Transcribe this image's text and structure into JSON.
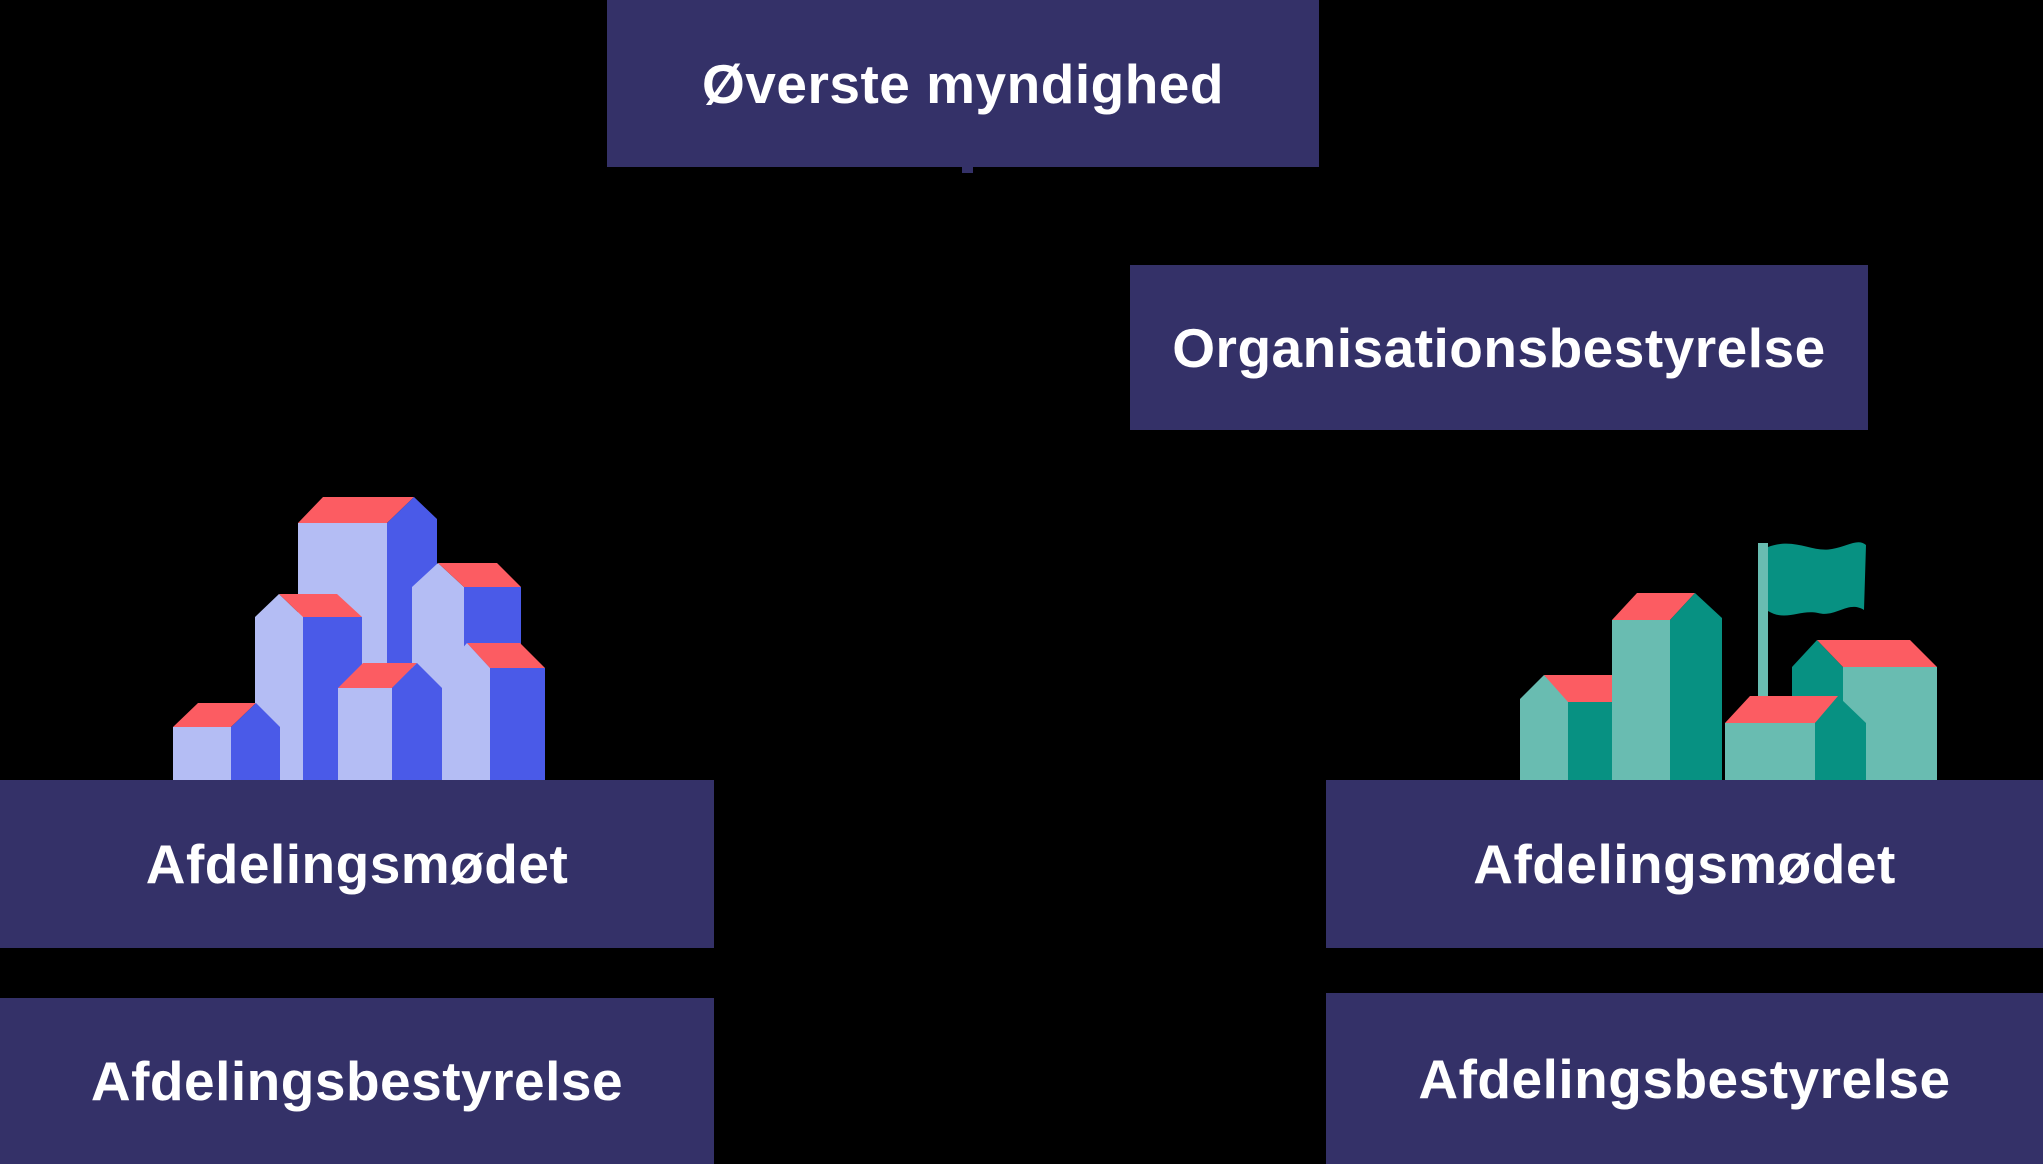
{
  "palette": {
    "background": "#000000",
    "navy": "#343168",
    "textWhite": "#ffffff",
    "blueLight": "#b4bdf4",
    "blueMid": "#4a5ae8",
    "roofRed": "#fc5c62",
    "tealLight": "#69bcb1",
    "tealDark": "#079182"
  },
  "boxes": {
    "top": {
      "label": "Øverste myndighed"
    },
    "org": {
      "label": "Organisationsbestyrelse"
    },
    "left_modet": {
      "label": "Afdelingsmødet"
    },
    "left_bestyrelse": {
      "label": "Afdelingsbestyrelse"
    },
    "right_modet": {
      "label": "Afdelingsmødet"
    },
    "right_bestyrelse": {
      "label": "Afdelingsbestyrelse"
    }
  },
  "illustrations": {
    "left": "blue-isometric-buildings",
    "right": "green-isometric-buildings-with-flag"
  }
}
